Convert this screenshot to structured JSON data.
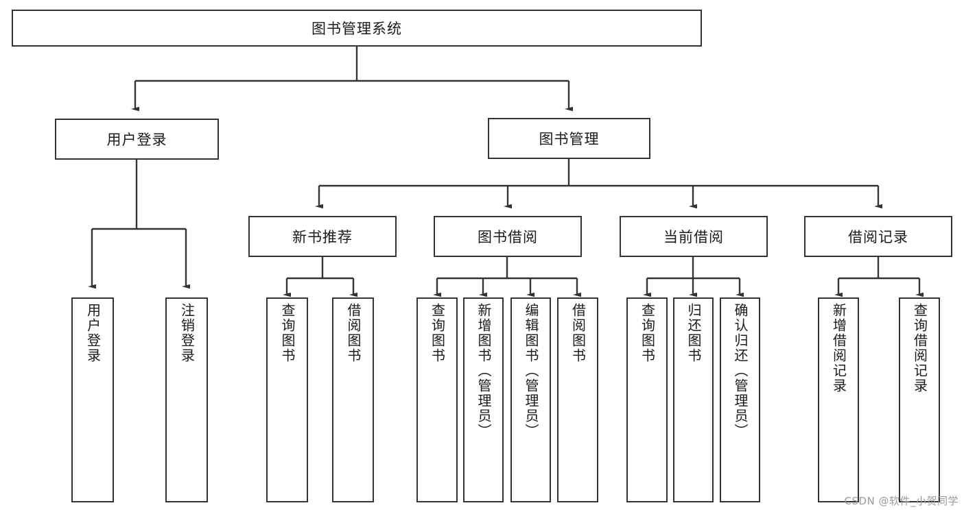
{
  "diagram": {
    "title_node": {
      "id": "root",
      "label": "图书管理系统"
    },
    "level2": [
      {
        "id": "login",
        "label": "用户登录"
      },
      {
        "id": "bookmgmt",
        "label": "图书管理"
      }
    ],
    "level3": [
      {
        "id": "newbook",
        "label": "新书推荐"
      },
      {
        "id": "borrow",
        "label": "图书借阅"
      },
      {
        "id": "current",
        "label": "当前借阅"
      },
      {
        "id": "records",
        "label": "借阅记录"
      }
    ],
    "leaves": {
      "login": [
        {
          "id": "leaf-user-login",
          "label": "用户登录"
        },
        {
          "id": "leaf-user-logout",
          "label": "注销登录"
        }
      ],
      "newbook": [
        {
          "id": "leaf-query-book-1",
          "label": "查询图书"
        },
        {
          "id": "leaf-borrow-book-1",
          "label": "借阅图书"
        }
      ],
      "borrow": [
        {
          "id": "leaf-query-book-2",
          "label": "查询图书"
        },
        {
          "id": "leaf-add-book",
          "label": "新增图书（管理员）"
        },
        {
          "id": "leaf-edit-book",
          "label": "编辑图书（管理员）"
        },
        {
          "id": "leaf-borrow-book-2",
          "label": "借阅图书"
        }
      ],
      "current": [
        {
          "id": "leaf-query-book-3",
          "label": "查询图书"
        },
        {
          "id": "leaf-return-book",
          "label": "归还图书"
        },
        {
          "id": "leaf-confirm-return",
          "label": "确认归还（管理员）"
        }
      ],
      "records": [
        {
          "id": "leaf-add-record",
          "label": "新增借阅记录"
        },
        {
          "id": "leaf-query-record",
          "label": "查询借阅记录"
        }
      ]
    }
  },
  "watermark": {
    "text": "CSDN @软件_小贺同学"
  },
  "colors": {
    "stroke": "#333333",
    "fill": "#ffffff",
    "text": "#1a1a1a",
    "watermark": "#9a9a9a"
  }
}
